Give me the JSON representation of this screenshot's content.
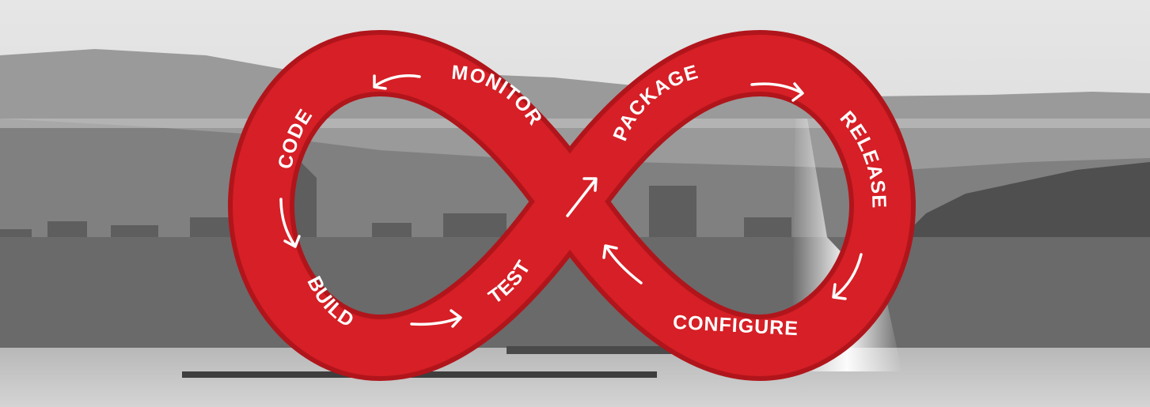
{
  "diagram": {
    "stages": [
      {
        "id": "code",
        "label": "CODE"
      },
      {
        "id": "build",
        "label": "BUILD"
      },
      {
        "id": "test",
        "label": "TEST"
      },
      {
        "id": "package",
        "label": "PACKAGE"
      },
      {
        "id": "release",
        "label": "RELEASE"
      },
      {
        "id": "configure",
        "label": "CONFIGURE"
      },
      {
        "id": "monitor",
        "label": "MONITOR"
      }
    ],
    "loop_color": "#d61f26",
    "loop_edge_color": "#b0151b",
    "flow_direction": "code → build → test → package → release → configure → monitor → code"
  },
  "background": {
    "description_color_scheme": "grayscale",
    "sky_color": "#d9d9d9",
    "mountain_color": "#8a8a8a",
    "city_color": "#6e6e6e",
    "water_color": "#c4c4c4",
    "fountain_color": "#f2f2f2"
  }
}
